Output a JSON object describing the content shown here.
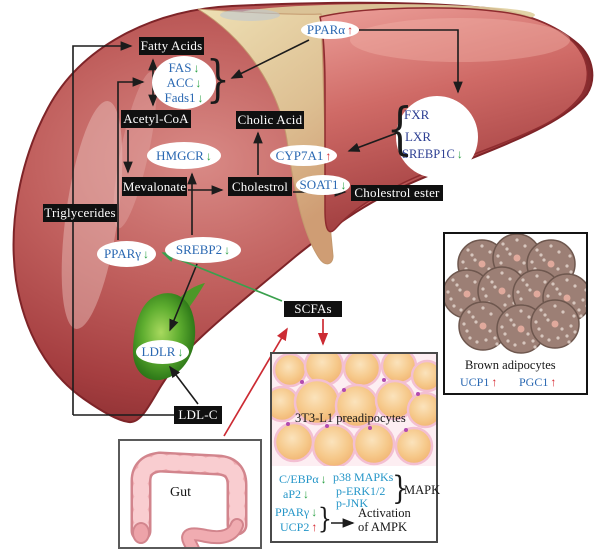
{
  "colors": {
    "box-bg": "#101010",
    "box-text": "#ffffff",
    "label-blue": "#2a68b2",
    "navy-blue": "#2c3e92",
    "cyan-blue": "#2596c8",
    "up-red": "#d5232b",
    "down-green": "#2ba145",
    "arrow-black": "#1c1c1c",
    "green-arrow": "#3aa04d",
    "red-arrow": "#cc2b33"
  },
  "symbols": {
    "brace_right": "}",
    "brace_left": "{"
  },
  "pathway_boxes": {
    "fatty_acids": "Fatty Acids",
    "acetyl_coa": "Acetyl-CoA",
    "cholic_acid": "Cholic Acid",
    "mevalonate": "Mevalonate",
    "cholestrol": "Cholestrol",
    "triglycerides": "Triglycerides",
    "cholestrol_ester": "Cholestrol ester",
    "scfas": "SCFAs",
    "ldl_c": "LDL-C"
  },
  "liver_factors": {
    "ppara": {
      "name": "PPARα",
      "arrow": "↑"
    },
    "fas": {
      "name": "FAS",
      "arrow": "↓"
    },
    "acc": {
      "name": "ACC",
      "arrow": "↓"
    },
    "fads1": {
      "name": "Fads1",
      "arrow": "↓"
    },
    "hmgcr": {
      "name": "HMGCR",
      "arrow": "↓"
    },
    "cyp7a1": {
      "name": "CYP7A1",
      "arrow": "↑"
    },
    "soat1": {
      "name": "SOAT1",
      "arrow": "↓"
    },
    "fxr": {
      "name": "FXR",
      "arrow": ""
    },
    "lxr": {
      "name": "LXR",
      "arrow": ""
    },
    "srebp1c": {
      "name": "SREBP1C",
      "arrow": "↓"
    },
    "pparg": {
      "name": "PPARγ",
      "arrow": "↓"
    },
    "srebp2": {
      "name": "SREBP2",
      "arrow": "↓"
    },
    "ldlr": {
      "name": "LDLR",
      "arrow": "↓"
    }
  },
  "adipocyte_panel": {
    "title": "3T3-L1 preadipocytes",
    "cebpa": {
      "name": "C/EBPα",
      "arrow": "↓"
    },
    "ap2": {
      "name": "aP2",
      "arrow": "↓"
    },
    "pparg": {
      "name": "PPARγ",
      "arrow": "↓"
    },
    "ucp2": {
      "name": "UCP2",
      "arrow": "↑"
    },
    "p38": "p38 MAPKs",
    "perk": "p-ERK1/2",
    "pjnk": "p-JNK",
    "mapk_label": "MAPK",
    "activation_line1": "Activation",
    "activation_line2": "of AMPK"
  },
  "brown_panel": {
    "title": "Brown adipocytes",
    "ucp1": {
      "name": "UCP1",
      "arrow": "↑"
    },
    "pgc1": {
      "name": "PGC1",
      "arrow": "↑"
    }
  },
  "gut_panel": {
    "label": "Gut"
  }
}
